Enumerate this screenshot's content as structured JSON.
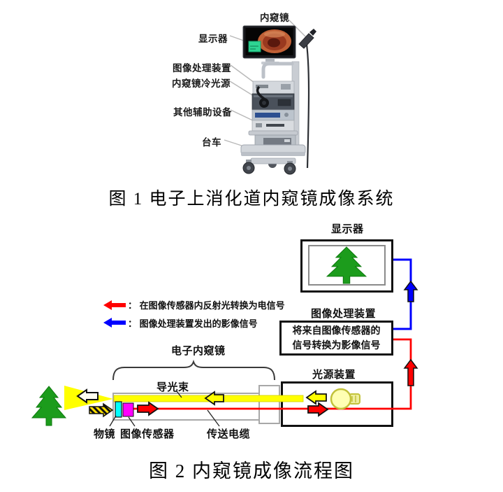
{
  "figure1": {
    "labels": {
      "endoscope": "内窥镜",
      "monitor": "显示器",
      "image_processor": "图像处理装置",
      "cold_light_source": "内窥镜冷光源",
      "auxiliary_equipment": "其他辅助设备",
      "trolley": "台车"
    },
    "caption": "图 1 电子上消化道内窥镜成像系统"
  },
  "figure2": {
    "legend": [
      {
        "color": "#ff0000",
        "text": "： 在图像传感器内反射光转换为电信号"
      },
      {
        "color": "#0000ff",
        "text": "： 图像处理装置发出的影像信号"
      }
    ],
    "labels": {
      "monitor": "显示器",
      "image_processor": "图像处理装置",
      "processor_line1": "将来自图像传感器的",
      "processor_line2": "信号转换为影像信号",
      "light_source": "光源装置",
      "electronic_endoscope": "电子内窥镜",
      "light_guide": "导光束",
      "objective_lens": "物镜",
      "image_sensor": "图像传感器",
      "transmission_cable": "传送电缆"
    },
    "caption": "图 2 内窥镜成像流程图"
  },
  "colors": {
    "electric_signal_red": "#ff0000",
    "video_signal_blue": "#0000ff",
    "light_yellow": "#ffff00",
    "sensor_magenta": "#ff00ff",
    "lens_cyan": "#00ffff",
    "tree_green": "#1c9c1c"
  }
}
